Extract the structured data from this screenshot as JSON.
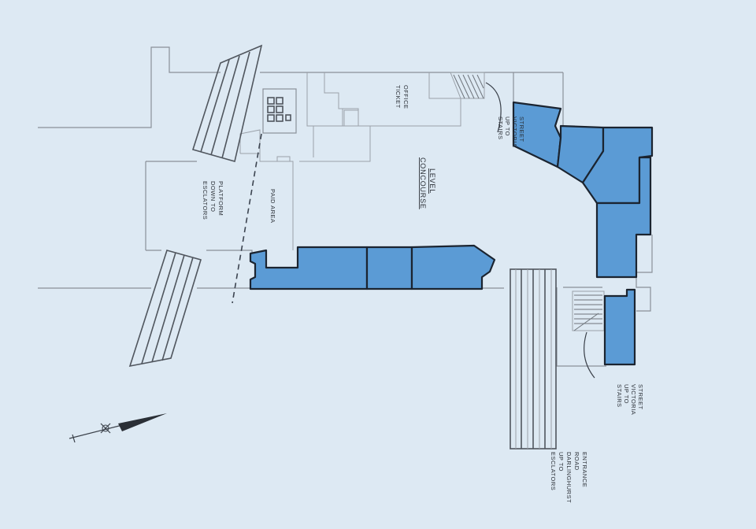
{
  "labels": {
    "ticket_office": [
      "TICKET",
      "OFFICE"
    ],
    "stairs_top": [
      "STAIRS",
      "UP TO",
      "VICTORIA",
      "STREET"
    ],
    "concourse": [
      "CONCOURSE",
      "LEVEL"
    ],
    "paid_area": "PAID AREA",
    "escalators_platform": [
      "ESCLATORS",
      "DOWN TO",
      "PLATFORM"
    ],
    "stairs_bottom": [
      "STAIRS",
      "UP TO",
      "VICTORIA",
      "STREET"
    ],
    "escalators_entrance": [
      "ESCLATORS",
      "UP TO",
      "DARLINGHURST",
      "ROAD",
      "ENTRANCE"
    ]
  },
  "colors": {
    "background": "#dde9f3",
    "retail_unit": "#5b9bd5",
    "outline": "#1b2430"
  },
  "icons": [
    "north-arrow-icon"
  ]
}
